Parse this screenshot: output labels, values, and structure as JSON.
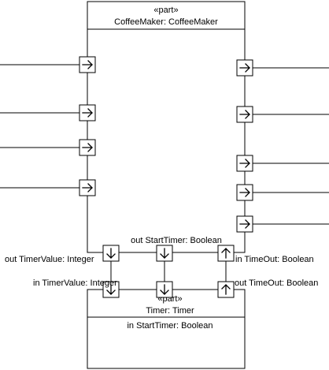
{
  "coffee_maker": {
    "stereotype": "«part»",
    "name": "CoffeeMaker: CoffeeMaker"
  },
  "timer": {
    "stereotype": "«part»",
    "name": "Timer: Timer",
    "compartment_text": "in StartTimer: Boolean"
  },
  "flow_labels": {
    "start_timer": "out StartTimer: Boolean",
    "timer_value_out": "out TimerValue: Integer",
    "timeout_in": "in TimeOut: Boolean",
    "timer_value_in": "in TimerValue: Integer",
    "timeout_out": "out TimeOut: Boolean"
  },
  "port_arrows": {
    "left_ports": [
      "right",
      "right",
      "right",
      "right"
    ],
    "right_ports": [
      "right",
      "right",
      "right",
      "right",
      "right"
    ],
    "coffee_bottom_ports": [
      "down",
      "down",
      "up"
    ],
    "timer_top_ports": [
      "down",
      "down",
      "up"
    ]
  }
}
